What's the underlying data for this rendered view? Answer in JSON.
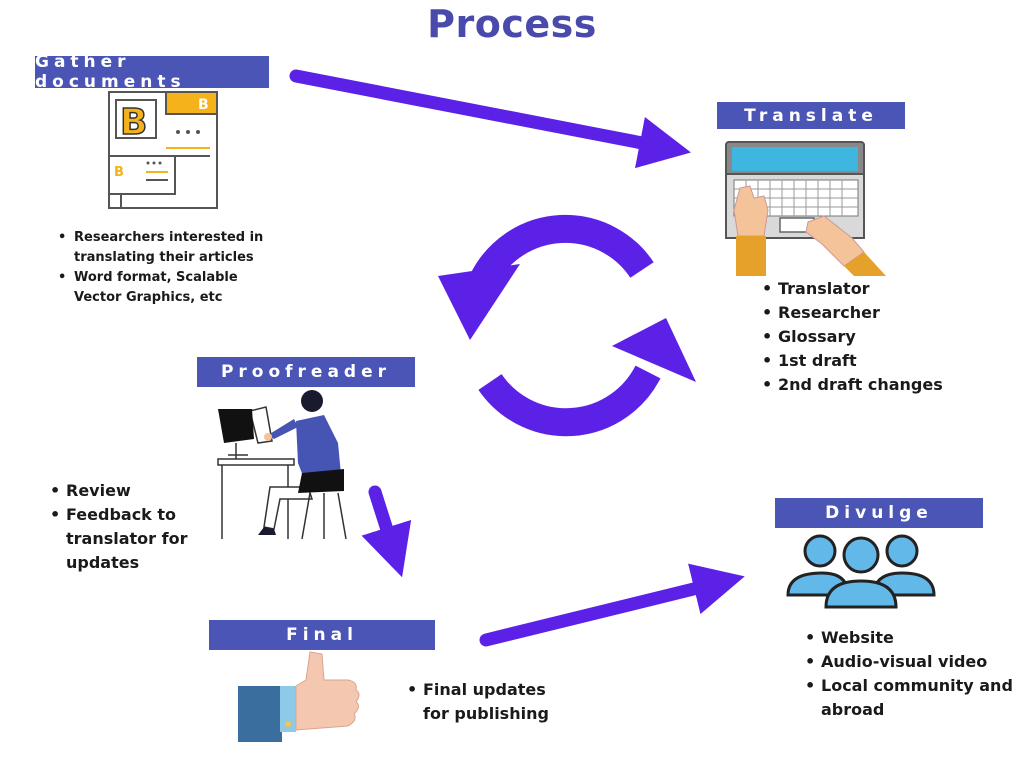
{
  "title": "Process",
  "steps": {
    "gather": {
      "label": "Gather documents",
      "bullets": [
        "Researchers interested in translating their articles",
        "Word format, Scalable Vector Graphics, etc"
      ]
    },
    "translate": {
      "label": "Translate",
      "bullets": [
        "Translator",
        "Researcher",
        "Glossary",
        "1st draft",
        "2nd draft changes"
      ]
    },
    "proofreader": {
      "label": "Proofreader",
      "bullets": [
        "Review",
        "Feedback to translator for updates"
      ]
    },
    "final": {
      "label": "Final",
      "bullets": [
        "Final updates for publishing"
      ]
    },
    "divulge": {
      "label": "Divulge",
      "bullets": [
        "Website",
        "Audio-visual video",
        "Local community and abroad"
      ]
    }
  },
  "icons": {
    "gather": "documents-icon",
    "translate": "laptop-typing-icon",
    "proofreader": "person-at-computer-icon",
    "final": "thumbs-up-icon",
    "divulge": "people-group-icon",
    "cycle": "refresh-cycle-icon"
  },
  "colors": {
    "label_bg": "#4b55b5",
    "title": "#4a4aad",
    "arrow": "#5b21e6",
    "people": "#63b8ea",
    "accent": "#f5b21b"
  }
}
